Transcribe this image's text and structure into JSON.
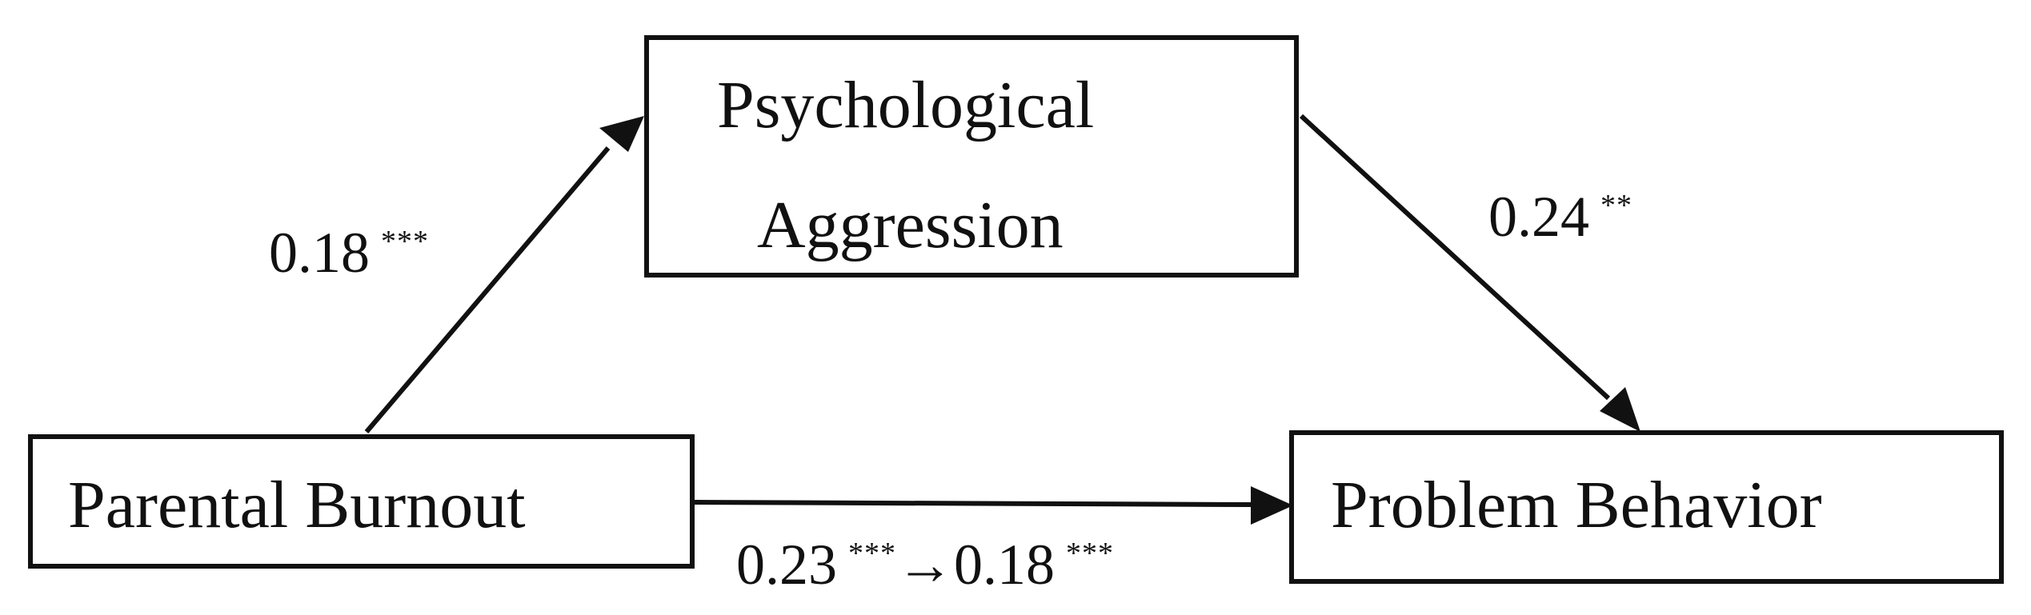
{
  "nodes": {
    "mediator": {
      "line1": "Psychological",
      "line2": "Aggression"
    },
    "predictor": {
      "label": "Parental Burnout"
    },
    "outcome": {
      "label": "Problem Behavior"
    }
  },
  "paths": {
    "a": {
      "coef": "0.18",
      "sig": "***"
    },
    "b": {
      "coef": "0.24",
      "sig": "**"
    },
    "c": {
      "coef_total": "0.23",
      "sig_total": "***",
      "arrow": "→",
      "coef_direct": "0.18",
      "sig_direct": "***"
    }
  }
}
